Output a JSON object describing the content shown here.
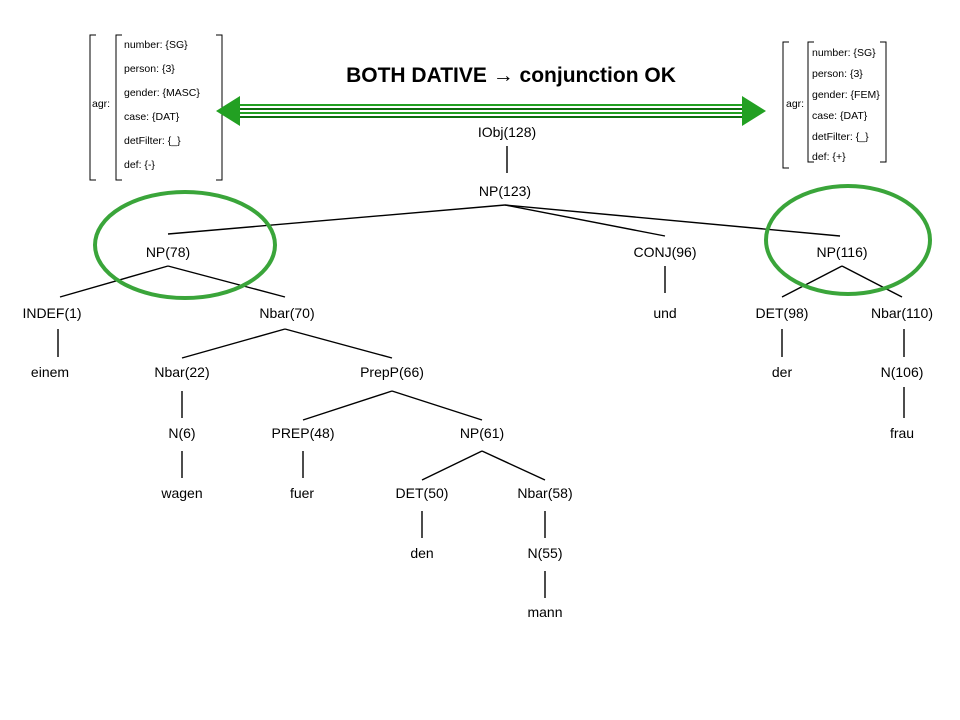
{
  "headline": "BOTH DATIVE → conjunction OK",
  "colors": {
    "accent": "#3aa53a",
    "arrow_green": "#22a022",
    "arrow_dark": "#0d6e0d"
  },
  "left_fs": {
    "label": "agr:",
    "features": [
      "number: {SG}",
      "person: {3}",
      "gender: {MASC}",
      "case: {DAT}",
      "detFilter: {_}",
      "def: {-}"
    ]
  },
  "right_fs": {
    "label": "agr:",
    "features": [
      "number: {SG}",
      "person: {3}",
      "gender: {FEM}",
      "case: {DAT}",
      "detFilter: {_}",
      "def: {+}"
    ]
  },
  "tree": {
    "iobj": "IObj(128)",
    "np123": "NP(123)",
    "np78": "NP(78)",
    "conj96": "CONJ(96)",
    "np116": "NP(116)",
    "indef1": "INDEF(1)",
    "nbar70": "Nbar(70)",
    "und": "und",
    "det98": "DET(98)",
    "nbar110": "Nbar(110)",
    "einem": "einem",
    "nbar22": "Nbar(22)",
    "prepp66": "PrepP(66)",
    "der": "der",
    "n106": "N(106)",
    "n6": "N(6)",
    "prep48": "PREP(48)",
    "np61": "NP(61)",
    "frau": "frau",
    "wagen": "wagen",
    "fuer": "fuer",
    "det50": "DET(50)",
    "nbar58": "Nbar(58)",
    "den": "den",
    "n55": "N(55)",
    "mann": "mann"
  }
}
